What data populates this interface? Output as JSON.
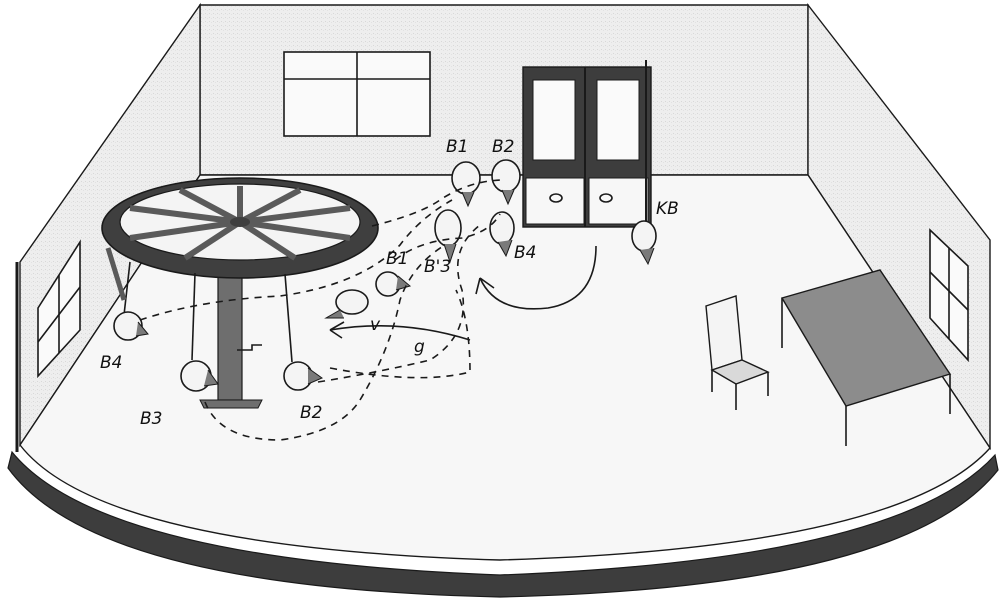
{
  "labels": {
    "b1_top": "B1",
    "b2_top": "B2",
    "kb": "KB",
    "b4_mid": "B4",
    "b1_mid": "B1",
    "b3_mid": "B'3",
    "v": "v",
    "g": "g",
    "b4_left": "B4",
    "b3_low": "B3",
    "b2_low": "B2"
  },
  "colors": {
    "wall": "#e9e9e9",
    "floor": "#f6f6f6",
    "ink": "#1a1a1a",
    "dark": "#3d3d3d",
    "mid_grey": "#7a7a7a",
    "table_top": "#8c8c8c"
  }
}
